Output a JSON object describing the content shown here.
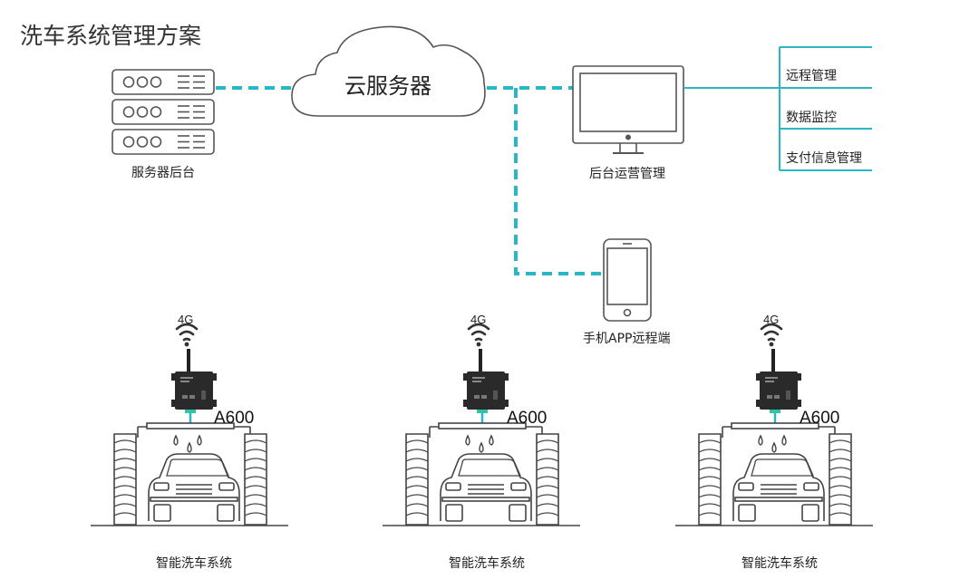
{
  "title": "洗车系统管理方案",
  "cloud": {
    "label": "云服务器"
  },
  "server": {
    "label": "服务器后台"
  },
  "monitor": {
    "label": "后台运营管理"
  },
  "phone": {
    "label": "手机APP远程端"
  },
  "panel": {
    "items": [
      {
        "label": "远程管理"
      },
      {
        "label": "数据监控"
      },
      {
        "label": "支付信息管理"
      }
    ]
  },
  "stations": [
    {
      "network": "4G",
      "model": "A600",
      "label": "智能洗车系统"
    },
    {
      "network": "4G",
      "model": "A600",
      "label": "智能洗车系统"
    },
    {
      "network": "4G",
      "model": "A600",
      "label": "智能洗车系统"
    }
  ],
  "colors": {
    "accent": "#29b6c6",
    "line": "#555555",
    "device": "#2a2a2a",
    "device_led": "#2ec4a6"
  }
}
